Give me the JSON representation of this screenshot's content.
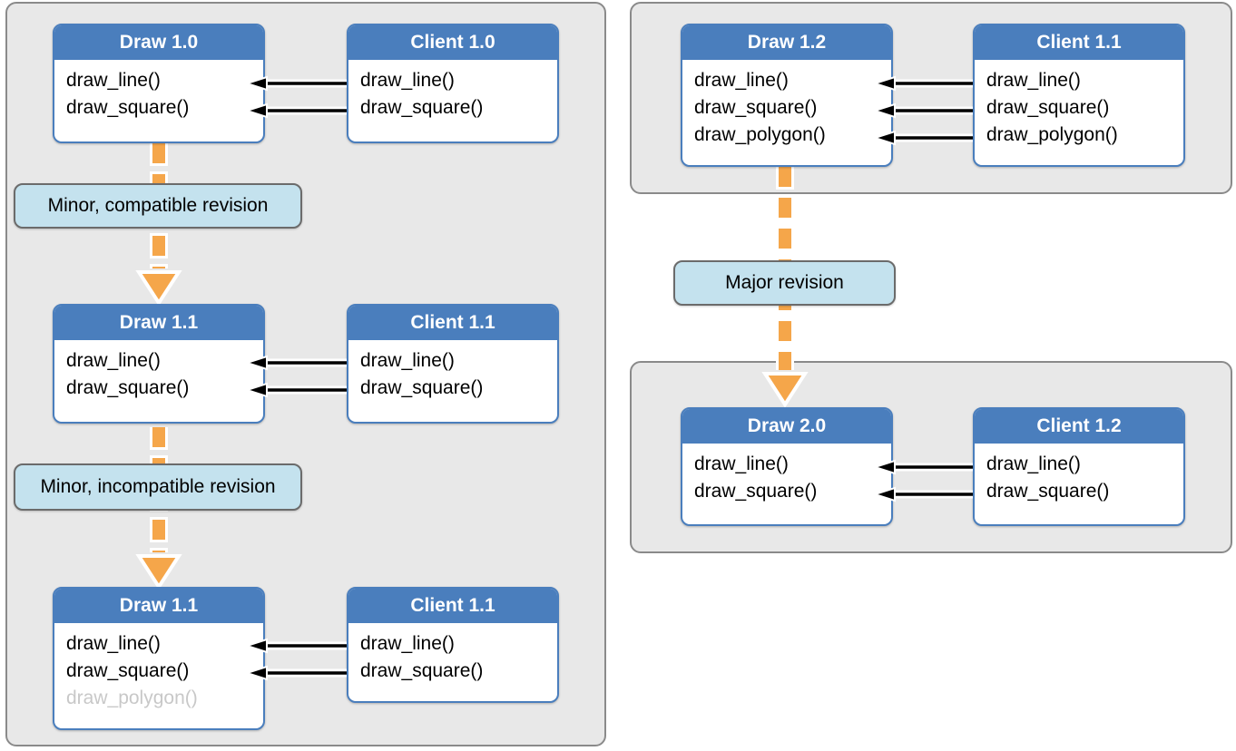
{
  "diagram": {
    "title_hint": "Library versioning diagram",
    "labels": {
      "minor_compatible": "Minor, compatible revision",
      "minor_incompatible": "Minor, incompatible revision",
      "major": "Major revision"
    },
    "boxes": {
      "draw10": {
        "title": "Draw 1.0",
        "methods": [
          "draw_line()",
          "draw_square()"
        ]
      },
      "client10": {
        "title": "Client 1.0",
        "methods": [
          "draw_line()",
          "draw_square()"
        ]
      },
      "draw11a": {
        "title": "Draw 1.1",
        "methods": [
          "draw_line()",
          "draw_square()"
        ]
      },
      "client11a": {
        "title": "Client 1.1",
        "methods": [
          "draw_line()",
          "draw_square()"
        ]
      },
      "draw11b": {
        "title": "Draw 1.1",
        "methods": [
          "draw_line()",
          "draw_square()",
          "draw_polygon()"
        ],
        "disabled_method": "draw_polygon()"
      },
      "client11b": {
        "title": "Client 1.1",
        "methods": [
          "draw_line()",
          "draw_square()"
        ]
      },
      "draw12": {
        "title": "Draw 1.2",
        "methods": [
          "draw_line()",
          "draw_square()",
          "draw_polygon()"
        ]
      },
      "client11r": {
        "title": "Client 1.1",
        "methods": [
          "draw_line()",
          "draw_square()",
          "draw_polygon()"
        ]
      },
      "draw20": {
        "title": "Draw 2.0",
        "methods": [
          "draw_line()",
          "draw_square()"
        ]
      },
      "client12": {
        "title": "Client 1.2",
        "methods": [
          "draw_line()",
          "draw_square()"
        ]
      }
    },
    "colors": {
      "box_header_bg": "#4a7ebd",
      "box_border": "#4a7ebd",
      "box_body_bg": "#ffffff",
      "panel_bg": "#e8e8e8",
      "panel_border": "#8a8a8a",
      "label_bg": "#c4e2ee",
      "label_border": "#6b6b6b",
      "revision_arrow_orange": "#f5a64a",
      "call_arrow_black": "#000000",
      "arrow_casing_white": "#ffffff",
      "disabled_method_text": "#c8c8c8"
    }
  }
}
